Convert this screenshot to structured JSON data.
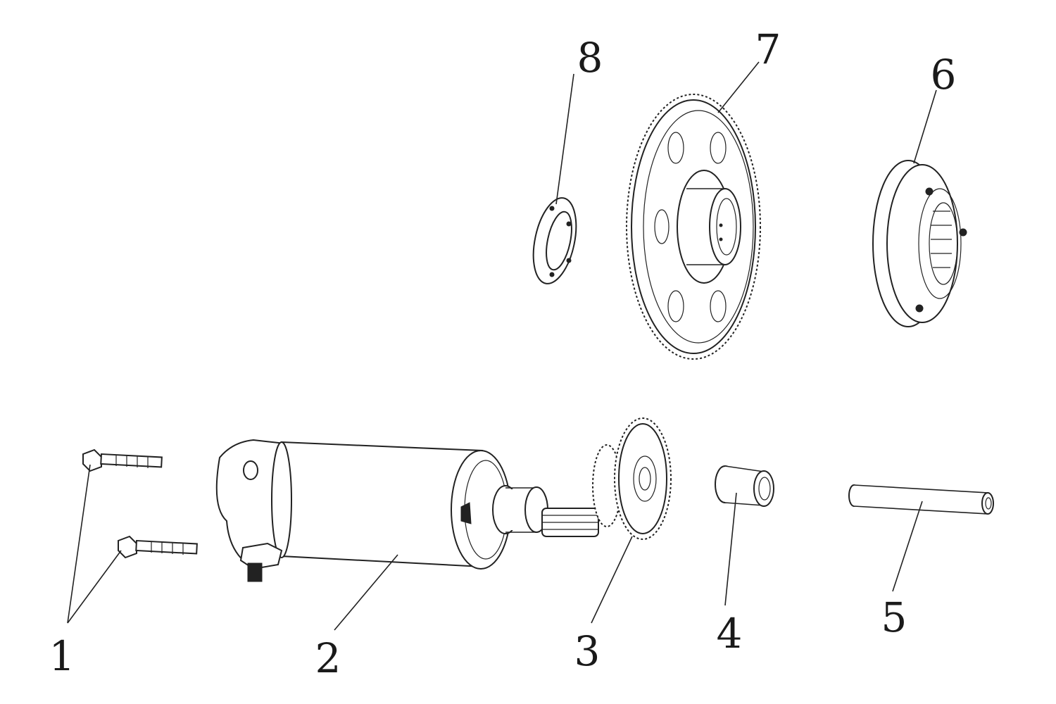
{
  "callouts": {
    "c1": "1",
    "c2": "2",
    "c3": "3",
    "c4": "4",
    "c5": "5",
    "c6": "6",
    "c7": "7",
    "c8": "8"
  },
  "parts": [
    {
      "id": "1",
      "icon": "bolt-icon"
    },
    {
      "id": "2",
      "icon": "starter-motor-icon"
    },
    {
      "id": "3",
      "icon": "idler-gear-icon"
    },
    {
      "id": "4",
      "icon": "bushing-icon"
    },
    {
      "id": "5",
      "icon": "shaft-icon"
    },
    {
      "id": "6",
      "icon": "one-way-clutch-icon"
    },
    {
      "id": "7",
      "icon": "starter-gear-icon"
    },
    {
      "id": "8",
      "icon": "washer-icon"
    }
  ]
}
